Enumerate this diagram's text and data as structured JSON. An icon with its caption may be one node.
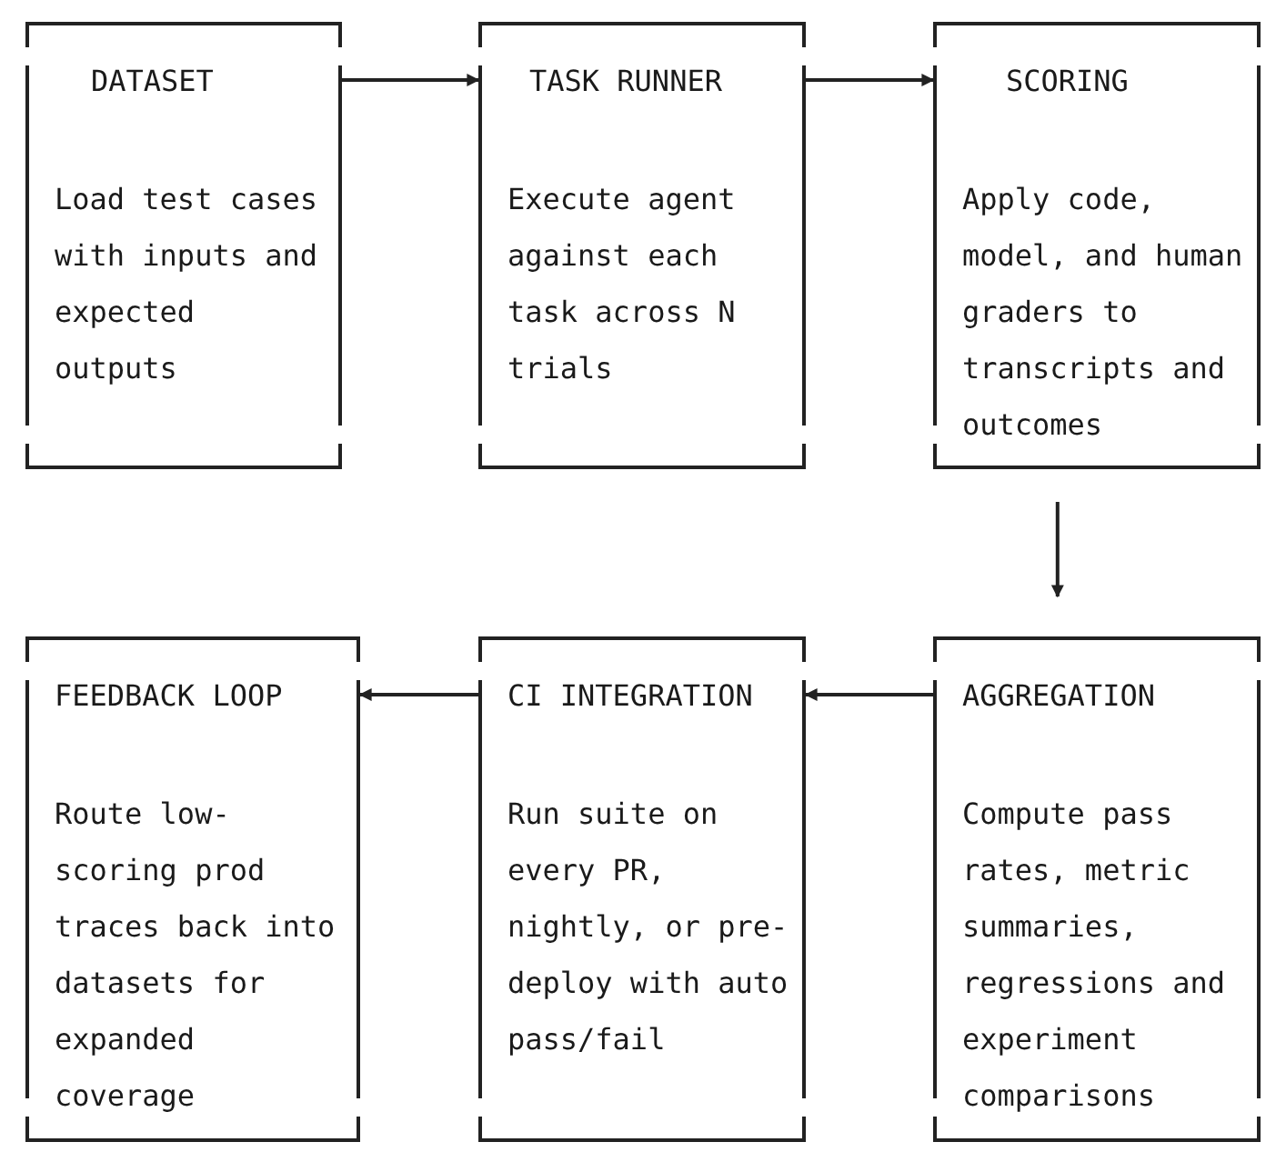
{
  "diagram": {
    "nodes": [
      {
        "text": [
          "DATASET",
          "Load test cases with inputs and expected outputs"
        ]
      },
      {
        "text": [
          "TASK RUNNER",
          "Execute agent against each task across N trials"
        ]
      },
      {
        "text": [
          "SCORING",
          "Apply code, model, and human graders to transcripts and outcomes"
        ]
      },
      {
        "text": [
          "FEEDBACK LOOP",
          "Route low-scoring prod traces back into datasets for expanded coverage"
        ]
      },
      {
        "text": [
          "CI INTEGRATION",
          "Run suite on every PR, nightly, or pre-deploy with auto pass/fail"
        ]
      },
      {
        "text": [
          "AGGREGATION",
          "Compute pass rates, metric summaries, regressions and experiment comparisons"
        ]
      }
    ],
    "edges": [
      {
        "from": 0,
        "to": 1,
        "arrow": "to"
      },
      {
        "from": 1,
        "to": 2,
        "arrow": "to"
      },
      {
        "from": 2,
        "to": 5,
        "arrow": "to"
      },
      {
        "from": 5,
        "to": 4,
        "arrow": "to"
      },
      {
        "from": 4,
        "to": 3,
        "arrow": "to"
      }
    ]
  }
}
